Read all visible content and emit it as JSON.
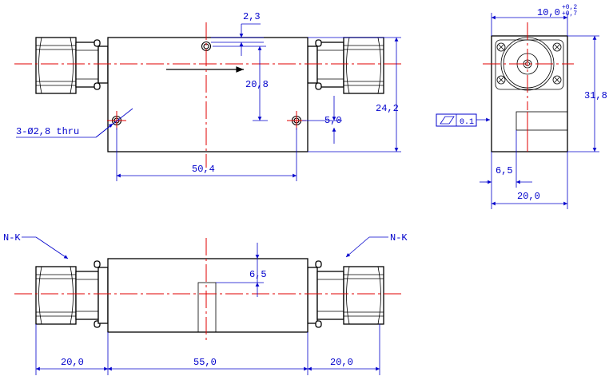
{
  "top_view": {
    "dim_hole_offset": "2,3",
    "dim_hole_spacing_v": "20,8",
    "dim_body_height": "24,2",
    "dim_hole_bottom": "5,0",
    "dim_hole_spacing_h": "50,4",
    "hole_note": "3-Ø2,8 thru"
  },
  "side_view": {
    "dim_width": "10,0",
    "tol_upper": "+0,2",
    "tol_lower": "+0,7",
    "dim_height": "31,8",
    "dim_base_offset": "6,5",
    "dim_base_width": "20,0",
    "flatness_value": "0.1"
  },
  "front_view": {
    "connector_left": "N-K",
    "connector_right": "N-K",
    "dim_slot": "6,5",
    "dim_left_connector": "20,0",
    "dim_body_length": "55,0",
    "dim_right_connector": "20,0"
  },
  "colors": {
    "object": "#000000",
    "dimension": "#0000cc",
    "centerline": "#e00000"
  }
}
